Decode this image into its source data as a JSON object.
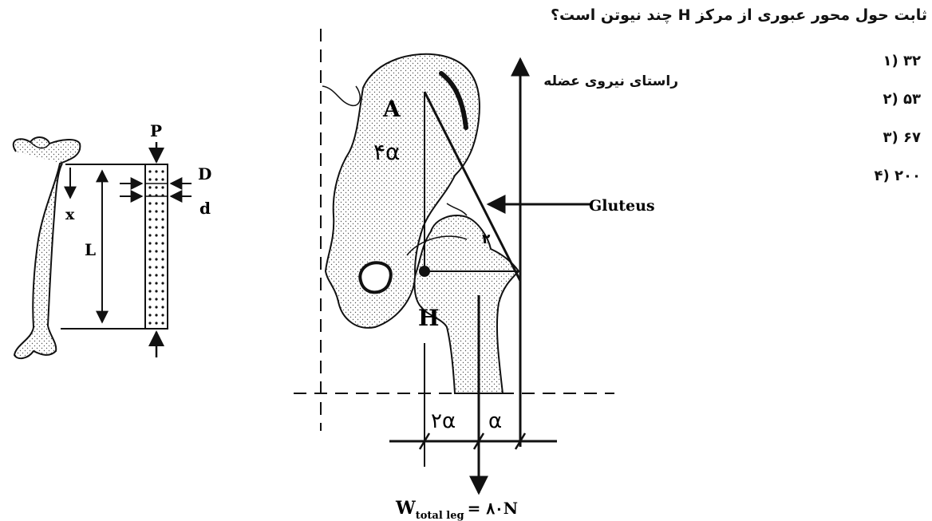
{
  "question": {
    "text": "ثابت حول محور عبوری از مرکز H چند نیوتن است؟",
    "options": [
      "۳۲ (۱",
      "۵۳ (۲",
      "۶۷ (۳",
      "۲۰۰ (۴"
    ]
  },
  "bone_figure": {
    "load_label": "P",
    "outer_diameter_label": "D",
    "inner_diameter_label": "d",
    "position_label": "x",
    "length_label": "L"
  },
  "hip_figure": {
    "muscle_direction_label": "راستای نیروی عضله",
    "gluteus_label": "Gluteus",
    "point_a_label": "A",
    "point_h_label": "H",
    "angle_4a_label": "۴α",
    "triangle_label": "۲",
    "dim_2a_label": "۲α",
    "dim_a_label": "α",
    "weight_label": "W",
    "weight_subscript": "total leg",
    "weight_value": "= ۸۰N"
  },
  "colors": {
    "ink": "#111111",
    "stipple": "#555555",
    "background": "#ffffff"
  }
}
